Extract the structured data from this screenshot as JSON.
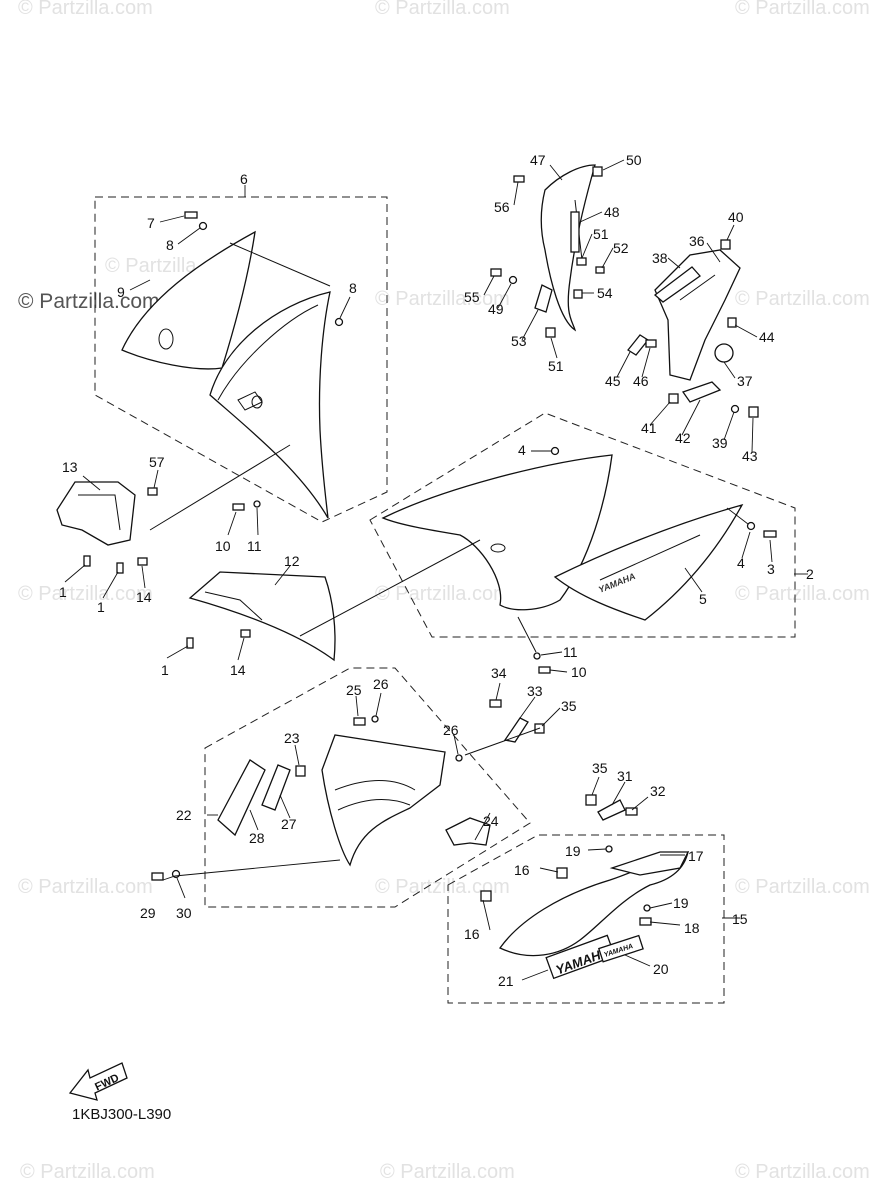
{
  "watermark": {
    "brand": "© Partzilla.com",
    "tiles": [
      "© Partzilla.com",
      "© Partzilla.com",
      "© Partzilla.com",
      "© Partzilla.com",
      "© Partzilla.com",
      "© Partzilla.com",
      "© Partzilla.com",
      "© Partzilla.com",
      "© Partzilla.com",
      "© Partzilla.com",
      "© Partzilla.com",
      "© Partzilla.com",
      "© Partzilla.com",
      "© Partzilla.com",
      "© Partzilla.com"
    ]
  },
  "diagram_code": "1KBJ300-L390",
  "fwd_arrow_label": "FWD",
  "callouts": {
    "c1a": "1",
    "c1b": "1",
    "c1c": "1",
    "c2": "2",
    "c3": "3",
    "c4a": "4",
    "c4b": "4",
    "c5": "5",
    "c6": "6",
    "c7": "7",
    "c8a": "8",
    "c8b": "8",
    "c9": "9",
    "c10a": "10",
    "c10b": "10",
    "c11a": "11",
    "c11b": "11",
    "c12": "12",
    "c13": "13",
    "c14a": "14",
    "c14b": "14",
    "c15": "15",
    "c16a": "16",
    "c16b": "16",
    "c17": "17",
    "c18": "18",
    "c19a": "19",
    "c19b": "19",
    "c20": "20",
    "c21": "21",
    "c22": "22",
    "c23": "23",
    "c24": "24",
    "c25": "25",
    "c26a": "26",
    "c26b": "26",
    "c27": "27",
    "c28": "28",
    "c29": "29",
    "c30": "30",
    "c31": "31",
    "c32": "32",
    "c33": "33",
    "c34": "34",
    "c35a": "35",
    "c35b": "35",
    "c36": "36",
    "c37": "37",
    "c38": "38",
    "c39": "39",
    "c40": "40",
    "c41": "41",
    "c42": "42",
    "c43": "43",
    "c44": "44",
    "c45": "45",
    "c46": "46",
    "c47": "47",
    "c48": "48",
    "c49": "49",
    "c50": "50",
    "c51a": "51",
    "c51b": "51",
    "c52": "52",
    "c53": "53",
    "c54": "54",
    "c55": "55",
    "c56": "56",
    "c57": "57"
  },
  "emblems": {
    "side_panel_logo": "YAMAHA",
    "lower_logo": "YAMAHA",
    "lower_logo_small": "YAMAHA"
  }
}
